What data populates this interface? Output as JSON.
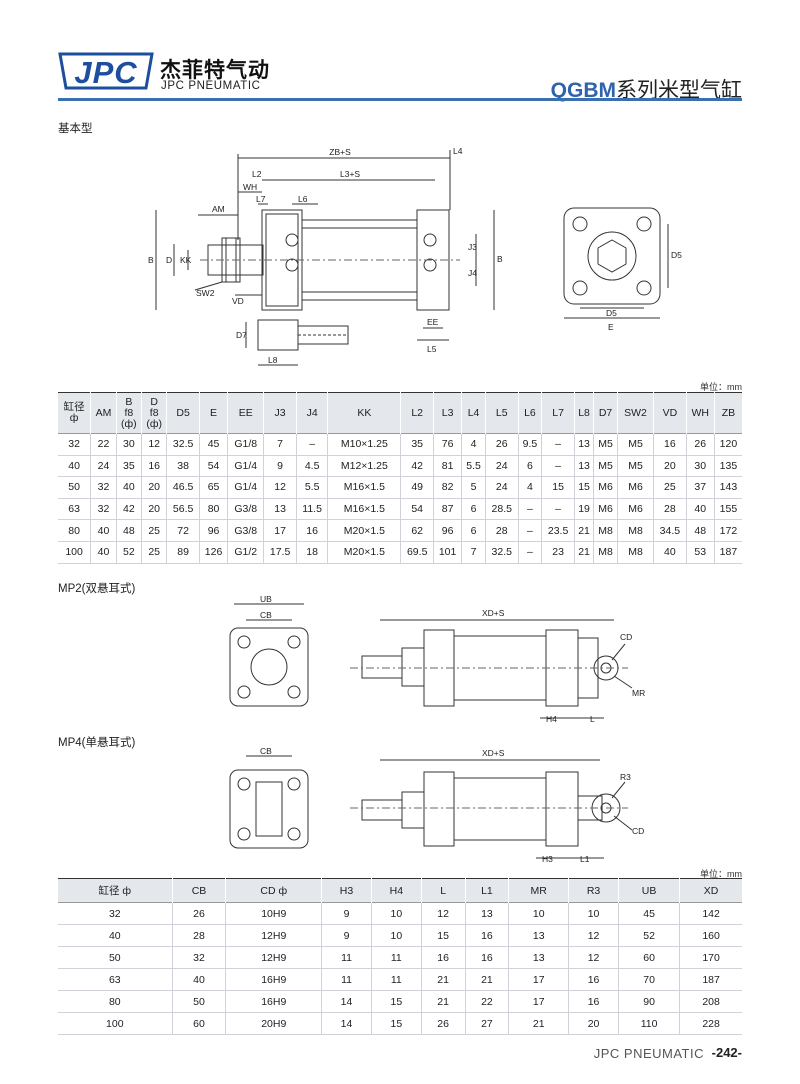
{
  "header": {
    "logo_text": "JPC",
    "brand_cn": "杰菲特气动",
    "brand_en": "JPC PNEUMATIC",
    "series_code": "QGBM",
    "series_name": "系列米型气缸"
  },
  "colors": {
    "accent": "#2f63ad",
    "header_bg": "#e4e7ec"
  },
  "drawing_basic": {
    "section_label": "基本型",
    "labels": {
      "zb_s": "ZB+S",
      "l4": "L4",
      "l2": "L2",
      "l3_s": "L3+S",
      "wh": "WH",
      "l7": "L7",
      "l6": "L6",
      "am": "AM",
      "b": "B",
      "d": "D",
      "kk": "KK",
      "sw2": "SW2",
      "vd": "VD",
      "j3": "J3",
      "j4": "J4",
      "b_right": "B",
      "ee": "EE",
      "l5": "L5",
      "d7": "D7",
      "l8": "L8",
      "d5_side": "D5",
      "d5": "D5",
      "e": "E"
    }
  },
  "table_basic": {
    "unit": "单位：mm",
    "headers": [
      [
        "缸径",
        "ф"
      ],
      [
        "AM"
      ],
      [
        "B",
        "f8",
        "(ф)"
      ],
      [
        "D",
        "f8",
        "(ф)"
      ],
      [
        "D5"
      ],
      [
        "E"
      ],
      [
        "EE"
      ],
      [
        "J3"
      ],
      [
        "J4"
      ],
      [
        "KK"
      ],
      [
        "L2"
      ],
      [
        "L3"
      ],
      [
        "L4"
      ],
      [
        "L5"
      ],
      [
        "L6"
      ],
      [
        "L7"
      ],
      [
        "L8"
      ],
      [
        "D7"
      ],
      [
        "SW2"
      ],
      [
        "VD"
      ],
      [
        "WH"
      ],
      [
        "ZB"
      ]
    ],
    "rows": [
      [
        "32",
        "22",
        "30",
        "12",
        "32.5",
        "45",
        "G1/8",
        "7",
        "–",
        "M10×1.25",
        "35",
        "76",
        "4",
        "26",
        "9.5",
        "–",
        "13",
        "M5",
        "M5",
        "16",
        "26",
        "120"
      ],
      [
        "40",
        "24",
        "35",
        "16",
        "38",
        "54",
        "G1/4",
        "9",
        "4.5",
        "M12×1.25",
        "42",
        "81",
        "5.5",
        "24",
        "6",
        "–",
        "13",
        "M5",
        "M5",
        "20",
        "30",
        "135"
      ],
      [
        "50",
        "32",
        "40",
        "20",
        "46.5",
        "65",
        "G1/4",
        "12",
        "5.5",
        "M16×1.5",
        "49",
        "82",
        "5",
        "24",
        "4",
        "15",
        "15",
        "M6",
        "M6",
        "25",
        "37",
        "143"
      ],
      [
        "63",
        "32",
        "42",
        "20",
        "56.5",
        "80",
        "G3/8",
        "13",
        "11.5",
        "M16×1.5",
        "54",
        "87",
        "6",
        "28.5",
        "–",
        "–",
        "19",
        "M6",
        "M6",
        "28",
        "40",
        "155"
      ],
      [
        "80",
        "40",
        "48",
        "25",
        "72",
        "96",
        "G3/8",
        "17",
        "16",
        "M20×1.5",
        "62",
        "96",
        "6",
        "28",
        "–",
        "23.5",
        "21",
        "M8",
        "M8",
        "34.5",
        "48",
        "172"
      ],
      [
        "100",
        "40",
        "52",
        "25",
        "89",
        "126",
        "G1/2",
        "17.5",
        "18",
        "M20×1.5",
        "69.5",
        "101",
        "7",
        "32.5",
        "–",
        "23",
        "21",
        "M8",
        "M8",
        "40",
        "53",
        "187"
      ]
    ]
  },
  "drawing_mp2": {
    "section_label": "MP2(双悬耳式)",
    "labels": {
      "ub": "UB",
      "cb": "CB",
      "xd_s": "XD+S",
      "cd": "CD",
      "mr": "MR",
      "h4": "H4",
      "l": "L"
    }
  },
  "drawing_mp4": {
    "section_label": "MP4(单悬耳式)",
    "labels": {
      "cb": "CB",
      "xd_s": "XD+S",
      "r3": "R3",
      "cd": "CD",
      "h3": "H3",
      "l1": "L1"
    }
  },
  "table_mount": {
    "unit": "单位：mm",
    "headers": [
      "缸径 ф",
      "CB",
      "CD ф",
      "H3",
      "H4",
      "L",
      "L1",
      "MR",
      "R3",
      "UB",
      "XD"
    ],
    "rows": [
      [
        "32",
        "26",
        "10H9",
        "9",
        "10",
        "12",
        "13",
        "10",
        "10",
        "45",
        "142"
      ],
      [
        "40",
        "28",
        "12H9",
        "9",
        "10",
        "15",
        "16",
        "13",
        "12",
        "52",
        "160"
      ],
      [
        "50",
        "32",
        "12H9",
        "11",
        "11",
        "16",
        "16",
        "13",
        "12",
        "60",
        "170"
      ],
      [
        "63",
        "40",
        "16H9",
        "11",
        "11",
        "21",
        "21",
        "17",
        "16",
        "70",
        "187"
      ],
      [
        "80",
        "50",
        "16H9",
        "14",
        "15",
        "21",
        "22",
        "17",
        "16",
        "90",
        "208"
      ],
      [
        "100",
        "60",
        "20H9",
        "14",
        "15",
        "26",
        "27",
        "21",
        "20",
        "110",
        "228"
      ]
    ]
  },
  "footer": {
    "brand": "JPC PNEUMATIC",
    "page": "-242-"
  }
}
